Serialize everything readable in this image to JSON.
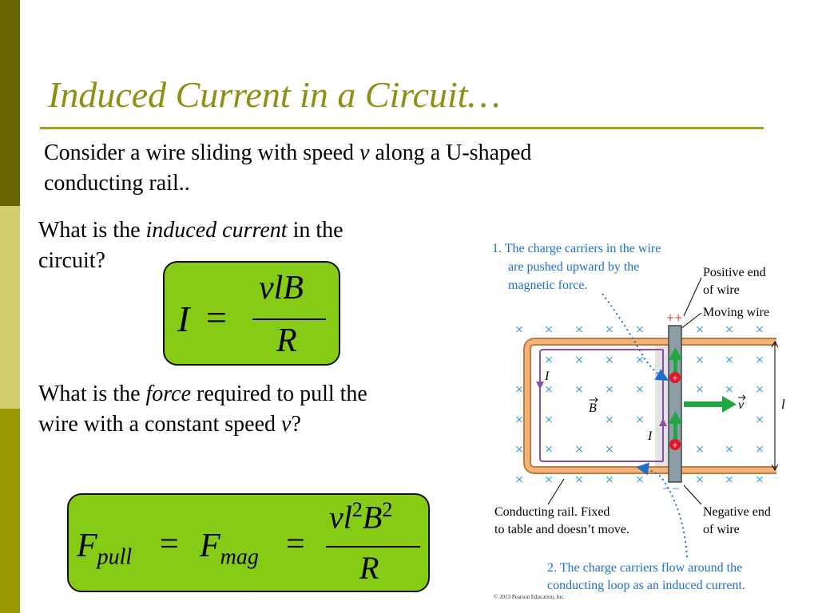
{
  "slide": {
    "title": "Induced Current in a Circuit…",
    "intro": {
      "line1_a": "Consider a wire sliding with speed ",
      "line1_v": "v",
      "line1_b": " along a U-shaped",
      "line2": "conducting rail.."
    },
    "q1": {
      "a": "What is the ",
      "b": "induced current",
      "c": " in the",
      "line2": "circuit?"
    },
    "q2": {
      "a": "What is the ",
      "b": "force",
      "c": " required to pull the",
      "line2_a": "wire with a constant speed ",
      "line2_v": "v",
      "line2_b": "?"
    },
    "formula1": {
      "lhs": "I",
      "eq": "=",
      "numerator": "vlB",
      "denominator": "R"
    },
    "formula2": {
      "f": "F",
      "pull_sub": "pull",
      "eq1": "=",
      "mag_sub": "mag",
      "eq2": "=",
      "num_v": "vl",
      "num_exp1": "2",
      "num_b": "B",
      "num_exp2": "2",
      "denominator": "R"
    }
  },
  "diagram": {
    "caption1": [
      "1. The charge carriers in the wire",
      "are pushed upward by the",
      "magnetic force."
    ],
    "positive_end": [
      "Positive end",
      "of wire"
    ],
    "moving_wire": "Moving wire",
    "plus_signs": "++",
    "minus_signs": "– –",
    "cross_symbol": "×",
    "label_I_left": "I",
    "label_B": "B",
    "label_I_wire": "I",
    "label_v": "v",
    "label_l": "l",
    "conducting_rail": [
      "Conducting rail. Fixed",
      "to table and doesn’t move."
    ],
    "negative_end": [
      "Negative end",
      "of wire"
    ],
    "caption2": [
      "2. The charge carriers flow around the",
      "conducting loop as an induced current."
    ],
    "charge_symbol": "+",
    "copyright": "© 2013 Pearson Education, Inc."
  },
  "colors": {
    "title": "#8f8f14",
    "stripe_dark": "#666600",
    "stripe_light": "#cfcf70",
    "stripe_mid": "#9a9a00",
    "formula_fill": "#86cc16",
    "rail": "#e8a063",
    "current_loop": "#8a4ea8",
    "field_cross": "#1e90d6",
    "force_arrow": "#22a843",
    "callout_text": "#1e6fc8",
    "charge": "#e0192a"
  }
}
